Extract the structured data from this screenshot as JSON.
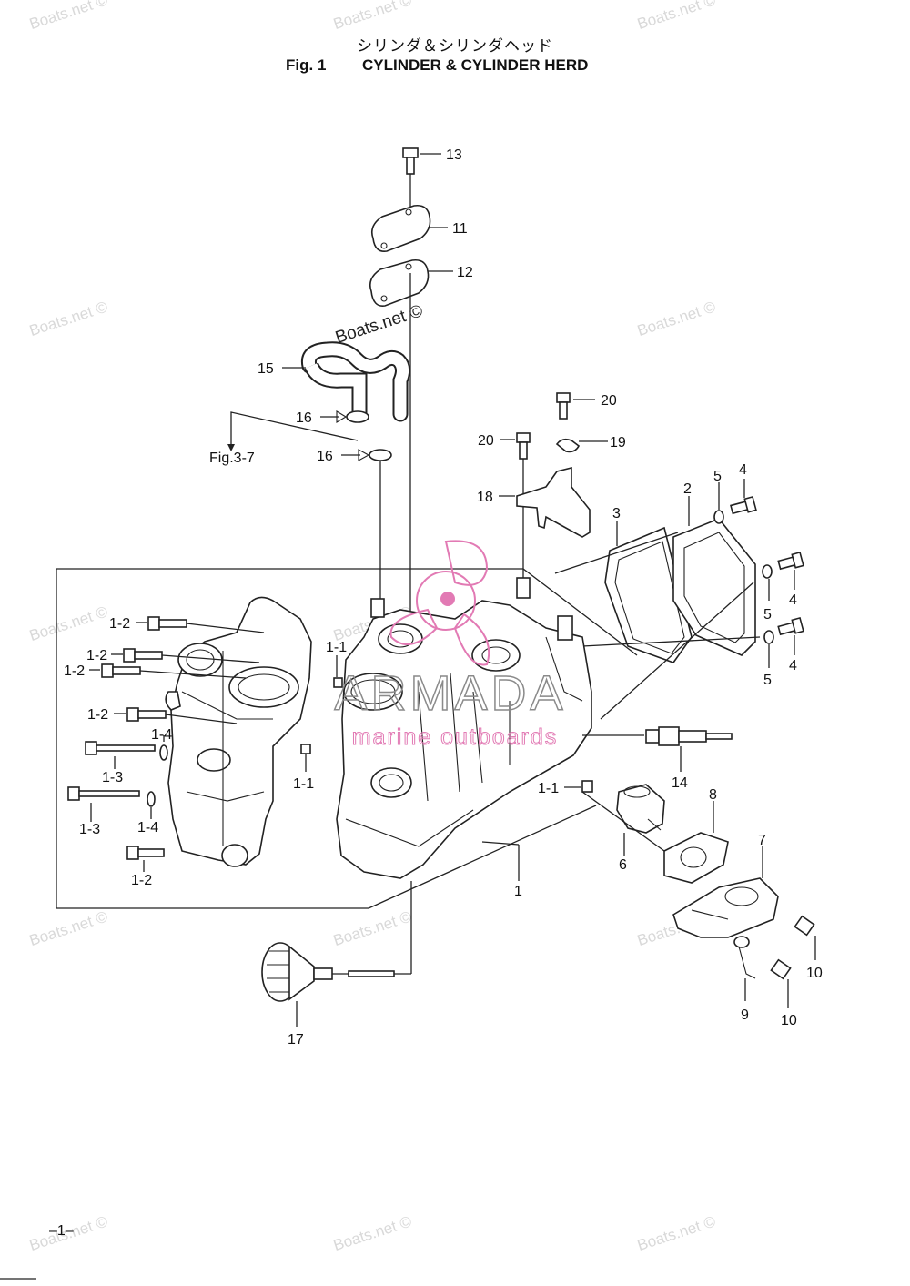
{
  "header": {
    "title_jp": "シリンダ＆シリンダヘッド",
    "fig_no": "Fig. 1",
    "title_en": "CYLINDER & CYLINDER HERD"
  },
  "footer": {
    "page_number": "–1–"
  },
  "watermarks": {
    "boats": "Boats.net ©",
    "brand_name": "ARMADA",
    "brand_tagline": "marine outboards"
  },
  "colors": {
    "brand_pink": "#e27ab4",
    "brand_grey": "#8a8a8a",
    "line": "#222222"
  },
  "callouts": [
    {
      "label": "13"
    },
    {
      "label": "11"
    },
    {
      "label": "12"
    },
    {
      "label": "15"
    },
    {
      "label": "16"
    },
    {
      "label": "16"
    },
    {
      "label": "Fig.3-7"
    },
    {
      "label": "20"
    },
    {
      "label": "20"
    },
    {
      "label": "19"
    },
    {
      "label": "18"
    },
    {
      "label": "3"
    },
    {
      "label": "2"
    },
    {
      "label": "5"
    },
    {
      "label": "4"
    },
    {
      "label": "5"
    },
    {
      "label": "4"
    },
    {
      "label": "5"
    },
    {
      "label": "4"
    },
    {
      "label": "1-2"
    },
    {
      "label": "1-2"
    },
    {
      "label": "1-2"
    },
    {
      "label": "1-2"
    },
    {
      "label": "1-1"
    },
    {
      "label": "1-4"
    },
    {
      "label": "1-3"
    },
    {
      "label": "1-1"
    },
    {
      "label": "1-3"
    },
    {
      "label": "1-4"
    },
    {
      "label": "1-2"
    },
    {
      "label": "14"
    },
    {
      "label": "1-1"
    },
    {
      "label": "8"
    },
    {
      "label": "6"
    },
    {
      "label": "7"
    },
    {
      "label": "1"
    },
    {
      "label": "10"
    },
    {
      "label": "9"
    },
    {
      "label": "10"
    },
    {
      "label": "17"
    }
  ]
}
